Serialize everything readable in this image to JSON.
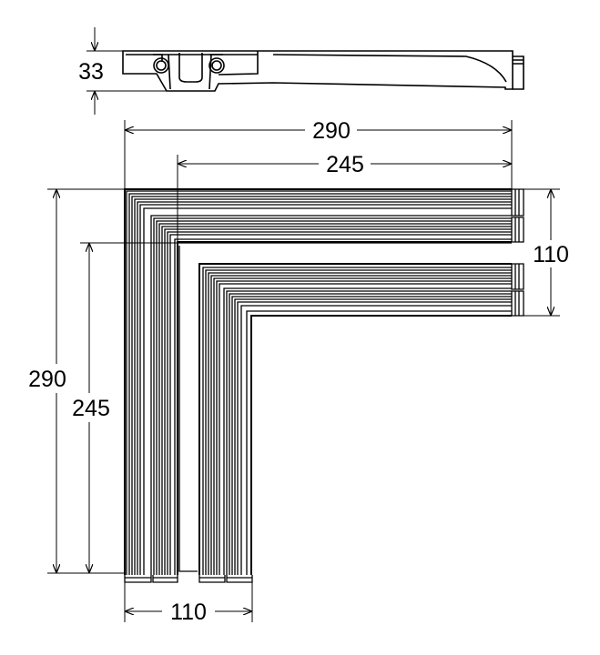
{
  "drawing": {
    "profile_height_label": "33",
    "overall_length_top": "290",
    "inner_length_top": "245",
    "overall_length_left": "290",
    "inner_length_left": "245",
    "width_right": "110",
    "width_bottom": "110"
  },
  "colors": {
    "line": "#000000",
    "background": "#ffffff"
  }
}
